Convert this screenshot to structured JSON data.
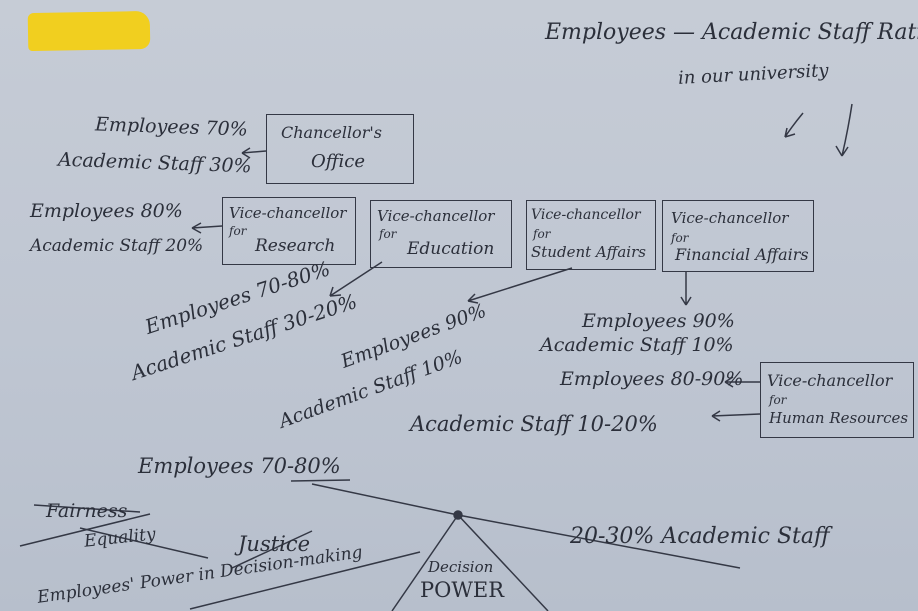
{
  "title": {
    "line1": "Employees — Academic Staff Ratio",
    "line2": "in our university"
  },
  "offices": [
    {
      "name": "Chancellor's Office",
      "l1": "Chancellor's",
      "l2": "Office"
    },
    {
      "name": "Vice-chancellor for Research",
      "l1": "Vice-chancellor",
      "l2": "for",
      "l3": "Research"
    },
    {
      "name": "Vice-chancellor for Education",
      "l1": "Vice-chancellor",
      "l2": "for",
      "l3": "Education"
    },
    {
      "name": "Vice-chancellor for Student Affairs",
      "l1": "Vice-chancellor",
      "l2": "for",
      "l3": "Student Affairs"
    },
    {
      "name": "Vice-chancellor for Financial Affairs",
      "l1": "Vice-chancellor",
      "l2": "for",
      "l3": "Financial Affairs"
    },
    {
      "name": "Vice-chancellor for Human Resources",
      "l1": "Vice-chancellor",
      "l2": "for",
      "l3": "Human Resources"
    }
  ],
  "ratios": {
    "chancellor": {
      "employees": "Employees 70%",
      "academic": "Academic Staff 30%"
    },
    "research": {
      "employees": "Employees 80%",
      "academic": "Academic Staff 20%"
    },
    "education": {
      "employees": "Employees 70-80%",
      "academic": "Academic Staff 30-20%"
    },
    "student": {
      "employees": "Employees 90%",
      "academic": "Academic Staff 10%"
    },
    "financial": {
      "employees": "Employees 90%",
      "academic": "Academic Staff 10%"
    },
    "hr": {
      "employees": "Employees 80-90%",
      "academic": "Academic Staff 10-20%"
    }
  },
  "scale": {
    "left": "Employees 70-80%",
    "right": "20-30% Academic Staff",
    "fulcrum_l1": "Decision",
    "fulcrum_l2": "POWER"
  },
  "crossed_words": [
    "Fairness",
    "Equality",
    "Justice",
    "Employees' Power in Decision-making"
  ],
  "colors": {
    "highlight": "#f1cf1f",
    "ink": "#2b2f3a",
    "paper": "#c2c9d4"
  }
}
